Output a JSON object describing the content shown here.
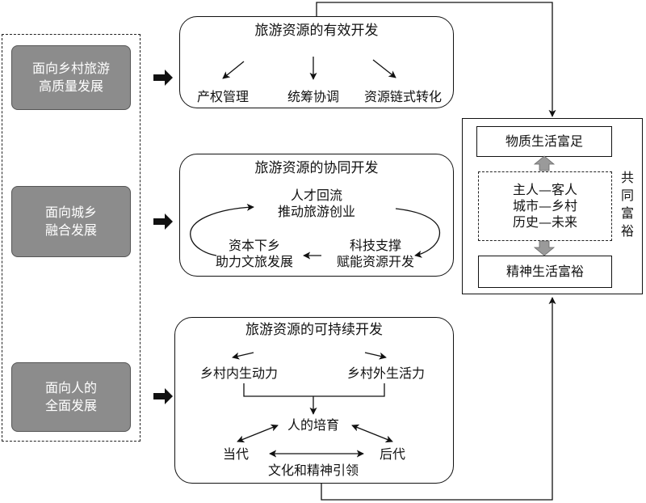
{
  "left_labels": [
    [
      "面向乡村旅游",
      "高质量发展"
    ],
    [
      "面向城乡",
      "融合发展"
    ],
    [
      "面向人的",
      "全面发展"
    ]
  ],
  "panel1": {
    "title": "旅游资源的有效开发",
    "items": [
      "产权管理",
      "统筹协调",
      "资源链式转化"
    ]
  },
  "panel2": {
    "title": "旅游资源的协同开发",
    "top": [
      "人才回流",
      "推动旅游创业"
    ],
    "left": [
      "资本下乡",
      "助力文旅发展"
    ],
    "right": [
      "科技支撑",
      "赋能资源开发"
    ]
  },
  "panel3": {
    "title": "旅游资源的可持续开发",
    "left": "乡村内生动力",
    "right": "乡村外生活力",
    "center": "人的培育",
    "bottom_left": "当代",
    "bottom_right": "后代",
    "bottom": "文化和精神引领"
  },
  "right_panel": {
    "top_box": "物质生活富足",
    "middle": [
      "主人—客人",
      "城市—乡村",
      "历史—未来"
    ],
    "bottom_box": "精神生活富裕",
    "side_label": [
      "共",
      "同",
      "富",
      "裕"
    ]
  }
}
